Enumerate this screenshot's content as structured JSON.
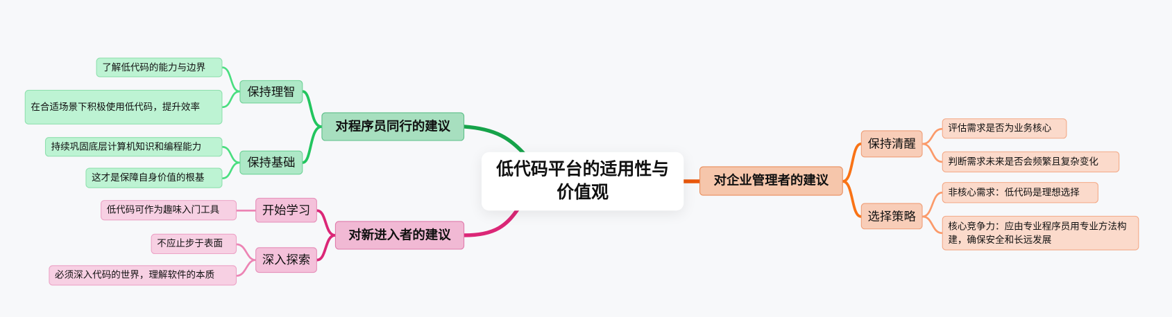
{
  "root": {
    "title": "低代码平台的适用性与价值观"
  },
  "branches": {
    "programmers": {
      "label": "对程序员同行的建议",
      "color": "#16a34a",
      "children": [
        {
          "label": "保持理智",
          "leaves": [
            "了解低代码的能力与边界",
            "在合适场景下积极使用低代码，提升效率"
          ]
        },
        {
          "label": "保持基础",
          "leaves": [
            "持续巩固底层计算机知识和编程能力",
            "这才是保障自身价值的根基"
          ]
        }
      ]
    },
    "newcomers": {
      "label": "对新进入者的建议",
      "color": "#db2777",
      "children": [
        {
          "label": "开始学习",
          "leaves": [
            "低代码可作为趣味入门工具"
          ]
        },
        {
          "label": "深入探索",
          "leaves": [
            "不应止步于表面",
            "必须深入代码的世界，理解软件的本质"
          ]
        }
      ]
    },
    "managers": {
      "label": "对企业管理者的建议",
      "color": "#ea580c",
      "children": [
        {
          "label": "保持清醒",
          "leaves": [
            "评估需求是否为业务核心",
            "判断需求未来是否会频繁且复杂变化"
          ]
        },
        {
          "label": "选择策略",
          "leaves": [
            "非核心需求：低代码是理想选择",
            "核心竞争力：应由专业程序员用专业方法构建，确保安全和长远发展"
          ]
        }
      ]
    }
  }
}
